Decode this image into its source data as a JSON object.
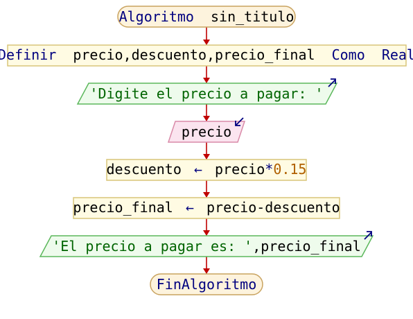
{
  "colors": {
    "arrow": "#c00000",
    "terminal_fill": "#fdf3dd",
    "terminal_stroke": "#c9a35f",
    "process_fill": "#fffbe3",
    "process_stroke": "#d8c57a",
    "output_fill": "#eefbec",
    "output_stroke": "#5bb75b",
    "input_fill": "#fbe4ef",
    "input_stroke": "#d98aa8",
    "keyword": "#00007f",
    "identifier": "#000000",
    "string": "#006400",
    "number": "#b06000",
    "io_arrow": "#00007f"
  },
  "nodes": {
    "start": {
      "keyword": "Algoritmo",
      "name": "sin_titulo"
    },
    "define": {
      "keyword": "Definir",
      "variables": "precio,descuento,precio_final",
      "keyword2": "Como",
      "type": "Real"
    },
    "output1": {
      "text": "'Digite el precio a pagar: '",
      "icon": "output-arrow-icon"
    },
    "input1": {
      "variable": "precio",
      "icon": "input-arrow-icon"
    },
    "assign1": {
      "target": "descuento",
      "arrow": "←",
      "expr_var": "precio",
      "operator": "*",
      "number": "0.15"
    },
    "assign2": {
      "target": "precio_final",
      "arrow": "←",
      "expr": "precio-descuento"
    },
    "output2": {
      "string": "'El precio a pagar es: '",
      "rest": ",precio_final",
      "icon": "output-arrow-icon"
    },
    "end": {
      "keyword": "FinAlgoritmo"
    }
  }
}
